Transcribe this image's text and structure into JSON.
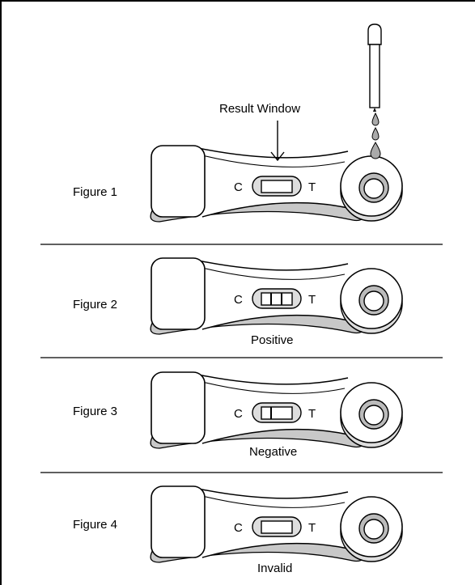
{
  "annotation": {
    "result_window_label": "Result Window"
  },
  "figures": [
    {
      "label": "Figure 1",
      "control_label": "C",
      "test_label": "T",
      "caption": "",
      "lines": "empty"
    },
    {
      "label": "Figure 2",
      "control_label": "C",
      "test_label": "T",
      "caption": "Positive",
      "lines": "two"
    },
    {
      "label": "Figure 3",
      "control_label": "C",
      "test_label": "T",
      "caption": "Negative",
      "lines": "one"
    },
    {
      "label": "Figure 4",
      "control_label": "C",
      "test_label": "T",
      "caption": "Invalid",
      "lines": "empty"
    }
  ]
}
